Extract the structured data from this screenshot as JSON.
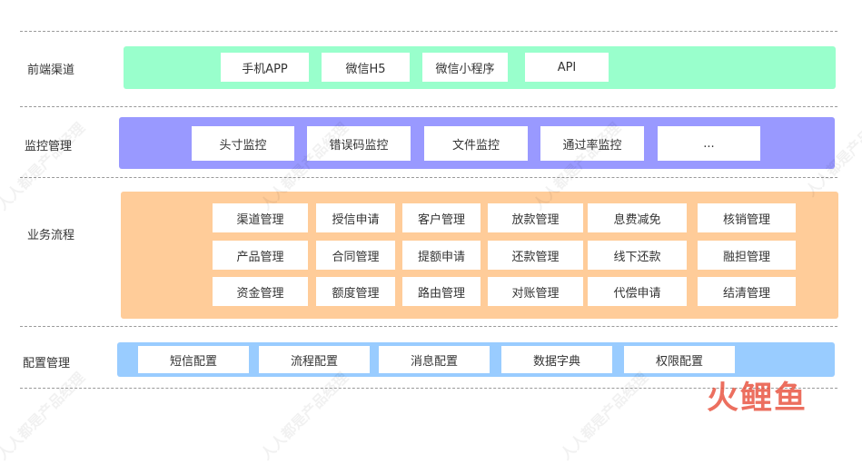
{
  "layers": {
    "channel": {
      "label": "前端渠道",
      "items": [
        "手机APP",
        "微信H5",
        "微信小程序",
        "API"
      ]
    },
    "monitor": {
      "label": "监控管理",
      "items": [
        "头寸监控",
        "错误码监控",
        "文件监控",
        "通过率监控",
        "..."
      ]
    },
    "business": {
      "label": "业务流程",
      "rows": [
        [
          "渠道管理",
          "授信申请",
          "客户管理",
          "放款管理",
          "息费减免",
          "核销管理"
        ],
        [
          "产品管理",
          "合同管理",
          "提额申请",
          "还款管理",
          "线下还款",
          "融担管理"
        ],
        [
          "资金管理",
          "额度管理",
          "路由管理",
          "对账管理",
          "代偿申请",
          "结清管理"
        ]
      ]
    },
    "config": {
      "label": "配置管理",
      "items": [
        "短信配置",
        "流程配置",
        "消息配置",
        "数据字典",
        "权限配置"
      ]
    }
  },
  "watermark_text": "人人都是产品经理",
  "logo": {
    "text": "火鲤鱼",
    "color": "#e8503c"
  },
  "colors": {
    "channel_band": "#99ffcc",
    "monitor_band": "#9999ff",
    "business_band": "#ffcc99",
    "config_band": "#99ccff",
    "divider": "#9a9a9a"
  }
}
